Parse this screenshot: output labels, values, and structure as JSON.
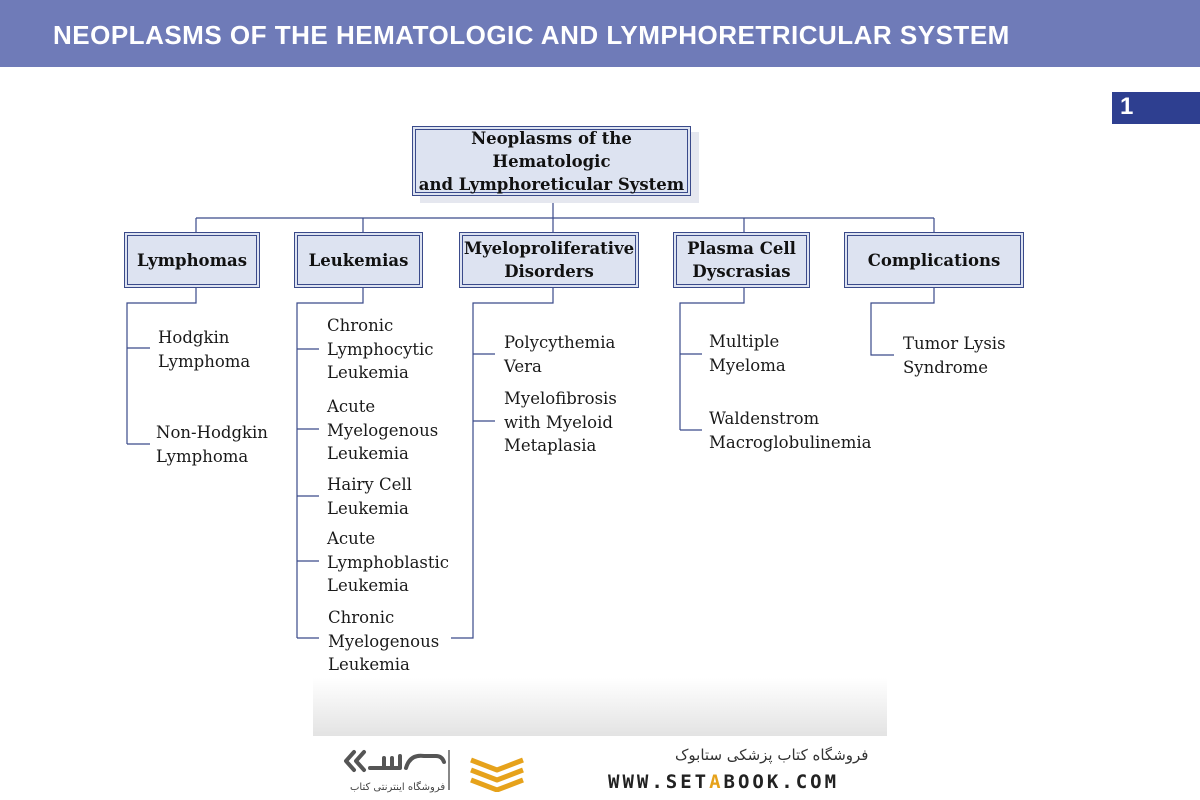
{
  "header": {
    "title": "NEOPLASMS OF THE HEMATOLOGIC AND LYMPHORETRICULAR SYSTEM"
  },
  "chapter": {
    "number": "1"
  },
  "diagram": {
    "root": {
      "line1": "Neoplasms of the Hematologic",
      "line2": "and Lymphoreticular System"
    },
    "categories": [
      {
        "label": "Lymphomas",
        "leaves": [
          "Hodgkin\nLymphoma",
          "Non-Hodgkin\nLymphoma"
        ]
      },
      {
        "label": "Leukemias",
        "leaves": [
          "Chronic\nLymphocytic\nLeukemia",
          "Acute\nMyelogenous\nLeukemia",
          "Hairy Cell\nLeukemia",
          "Acute\nLymphoblastic\nLeukemia",
          "Chronic\nMyelogenous\nLeukemia"
        ]
      },
      {
        "label": "Myeloproliferative\nDisorders",
        "leaves": [
          "Polycythemia\nVera",
          "Myelofibrosis\nwith Myeloid\nMetaplasia"
        ]
      },
      {
        "label": "Plasma Cell\nDyscrasias",
        "leaves": [
          "Multiple\nMyeloma",
          "Waldenstrom\nMacroglobulinemia"
        ]
      },
      {
        "label": "Complications",
        "leaves": [
          "Tumor Lysis\nSyndrome"
        ]
      }
    ]
  },
  "footer": {
    "store_name": "فروشگاه کتاب پزشکی ستابوک",
    "url_pre": "WWW.SET",
    "url_accent": "A",
    "url_post": "BOOK.COM",
    "logo_text": "فروشگاه اینترنتی کتاب",
    "accent_color": "#e6a21b"
  }
}
